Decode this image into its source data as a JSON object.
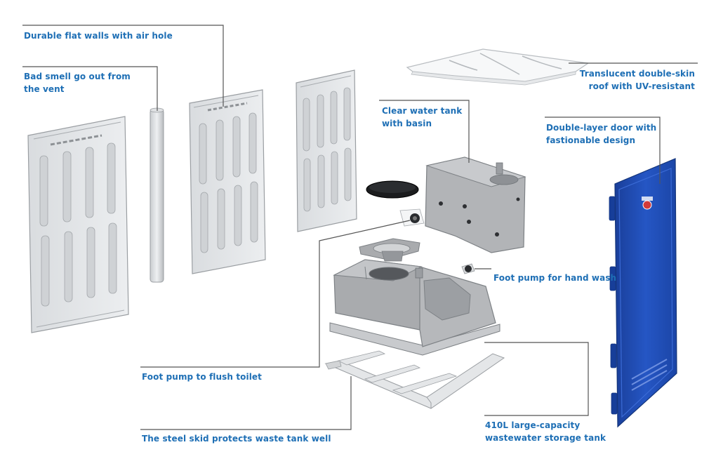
{
  "colors": {
    "label": "#1e6fb5",
    "panel": "#e4e6e8",
    "panel_edge": "#9a9ea2",
    "tank": "#a9abae",
    "door": "#1f4fb3",
    "leader": "#555555"
  },
  "labels": {
    "walls": "Durable flat walls with air hole",
    "vent_line1": "Bad smell go out from",
    "vent_line2": "the vent",
    "roof_line1": "Translucent double-skin",
    "roof_line2": "roof with UV-resistant",
    "water_tank_line1": "Clear water tank",
    "water_tank_line2": "with basin",
    "door_line1": "Double-layer door with",
    "door_line2": "fastionable design",
    "foot_pump_hand": "Foot pump for hand wash",
    "foot_pump_flush": "Foot pump to flush toilet",
    "skid": "The steel skid protects waste tank well",
    "waste_tank_line1": "410L large-capacity",
    "waste_tank_line2": "wastewater storage tank"
  }
}
